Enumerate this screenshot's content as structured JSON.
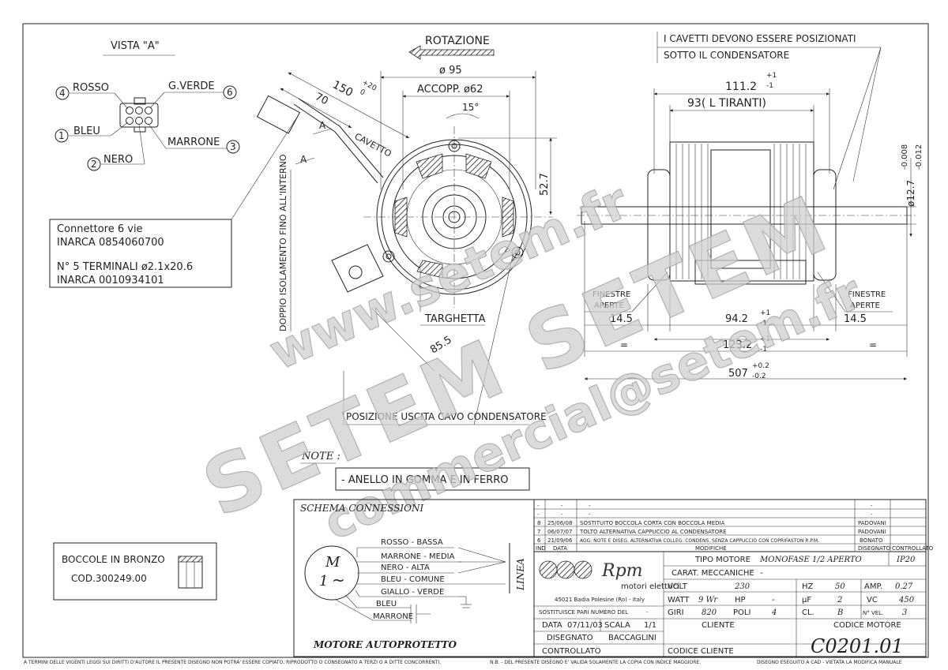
{
  "watermark": {
    "line1": "www.setem.fr",
    "line2": "SETEM SETEM",
    "line3": "commercial@setem.fr"
  },
  "view_a": {
    "title": "VISTA \"A\"",
    "wires": [
      {
        "num": "4",
        "label": "ROSSO"
      },
      {
        "num": "6",
        "label": "G.VERDE"
      },
      {
        "num": "1",
        "label": "BLEU"
      },
      {
        "num": "3",
        "label": "MARRONE"
      },
      {
        "num": "2",
        "label": "NERO"
      }
    ]
  },
  "connector_box": {
    "line1": "Connettore 6 vie",
    "line2": "INARCA 0854060700",
    "line3": "N° 5 TERMINALI ø2.1x20.6",
    "line4": "INARCA 0010934101"
  },
  "front_view": {
    "rotation": "ROTAZIONE",
    "d95": "ø 95",
    "accopp": "ACCOPP. ø62",
    "angle": "15°",
    "h527": "52.7",
    "l150": "150",
    "tol150_up": "+20",
    "tol150_dn": "0",
    "l70": "70",
    "cavetto": "CAVETTO",
    "sectionA": "A",
    "insulation": "DOPPIO ISOLAMENTO FINO ALL'INTERNO",
    "targhetta": "TARGHETTA",
    "r855": "85.5",
    "capacitor_pos": "POSIZIONE USCITA CAVO CONDENSATORE",
    "note_label": "NOTE :",
    "note_text": "- ANELLO IN GOMMA E IN FERRO"
  },
  "side_view": {
    "cable_note_1": "I CAVETTI DEVONO ESSERE POSIZIONATI",
    "cable_note_2": "SOTTO IL CONDENSATORE",
    "d1112": "111.2",
    "tol1112_up": "+1",
    "tol1112_dn": "-1",
    "tie_rods": "93( L TIRANTI)",
    "shaft_d": "ø12.7",
    "shaft_tol_up": "-0.008",
    "shaft_tol_dn": "-0.012",
    "windows_left_1": "FINESTRE",
    "windows_left_2": "APERTE",
    "windows_right_1": "FINESTRE",
    "windows_right_2": "APERTE",
    "d145_left": "14.5",
    "d942": "94.2",
    "tol942_up": "+1",
    "tol942_dn": "-1",
    "d145_right": "14.5",
    "d1232": "123.2",
    "tol1232_up": "+1",
    "tol1232_dn": "-1",
    "d507": "507",
    "tol507_up": "+0.2",
    "tol507_dn": "-0.2",
    "eq_left": "=",
    "eq_right": "="
  },
  "bushings": {
    "line1": "BOCCOLE IN BRONZO",
    "line2": "COD.300249.00"
  },
  "schematic": {
    "title": "SCHEMA CONNESSIONI",
    "motor_m": "M",
    "motor_1": "1",
    "motor_tilde": "~",
    "linea": "LINEA",
    "footer": "MOTORE AUTOPROTETTO",
    "wires": [
      "ROSSO - BASSA",
      "MARRONE - MEDIA",
      "NERO - ALTA",
      "BLEU - COMUNE",
      "GIALLO - VERDE",
      "BLEU",
      "MARRONE"
    ]
  },
  "revisions": {
    "rows": [
      {
        "ind": "-",
        "date": "-",
        "text": "-",
        "by": "-"
      },
      {
        "ind": "-",
        "date": "-",
        "text": "-",
        "by": "-"
      },
      {
        "ind": "8",
        "date": "25/06/08",
        "text": "SOSTITUITO BOCCOLA CORTA CON BOCCOLA MEDIA",
        "by": "PADOVANI"
      },
      {
        "ind": "7",
        "date": "06/07/07",
        "text": "TOLTO ALTERNATIVA CAPPUCCIO AL CONDENSATORE",
        "by": "PADOVANI"
      },
      {
        "ind": "6",
        "date": "21/09/06",
        "text": "AGG. NOTE E DISEG. ALTERNATIVA COLLEG. CONDENS. SENZA CAPPUCCIO CON COPRIFASTON R.P.M.",
        "by": "BONATO"
      }
    ],
    "headers": {
      "ind": "IND",
      "date": "DATA",
      "mod": "MODIFICHE",
      "drawn": "DISEGNATO",
      "checked": "CONTROLLATO"
    }
  },
  "title_block": {
    "brand": "Rpm",
    "brand_sub": "motori elettrici",
    "address": "45021 Badia Polesine (Ro) - Italy",
    "replaces_label": "SOSTITUISCE PARI NUMERO DEL",
    "replaces_value": "-",
    "data_label": "DATA",
    "data_value": "07/11/03",
    "scala_label": "SCALA",
    "scala_value": "1/1",
    "disegnato_label": "DISEGNATO",
    "disegnato_value": "BACCAGLINI",
    "controllato_label": "CONTROLLATO",
    "tipo_motore_label": "TIPO MOTORE",
    "tipo_motore_value": "MONOFASE 1/2 APERTO",
    "ip": "IP20",
    "carat_label": "CARAT. MECCANICHE",
    "carat_value": "-",
    "volt_label": "VOLT",
    "volt_value": "230",
    "hz_label": "HZ",
    "hz_value": "50",
    "amp_label": "AMP.",
    "amp_value": "0.27",
    "watt_label": "WATT",
    "watt_value": "9 Wr",
    "hp_label": "HP",
    "hp_value": "-",
    "uf_label": "µF",
    "uf_value": "2",
    "vc_label": "VC",
    "vc_value": "450",
    "giri_label": "GIRI",
    "giri_value": "820",
    "poli_label": "POLI",
    "poli_value": "4",
    "cl_label": "CL.",
    "cl_value": "B",
    "vel_label": "N° VEL.",
    "vel_value": "3",
    "cliente_label": "CLIENTE",
    "codice_motore_label": "CODICE MOTORE",
    "codice_cliente_label": "CODICE CLIENTE",
    "code": "C0201.01"
  },
  "footer": {
    "left": "A TERMINI DELLE VIGENTI LEGGI SUI DIRITTI D'AUTORE IL PRESENTE DISEGNO NON POTRA' ESSERE COPIATO, RIPRODOTTO O CONSEGNATO A TERZI O A DITTE CONCORRENTI.",
    "mid": "N.B. - DEL PRESENTE DISEGNO E' VALIDA SOLAMENTE LA COPIA CON INDICE MAGGIORE.",
    "right": "DISEGNO ESEGUITO A CAD - VIETATA LA MODIFICA MANUALE"
  }
}
